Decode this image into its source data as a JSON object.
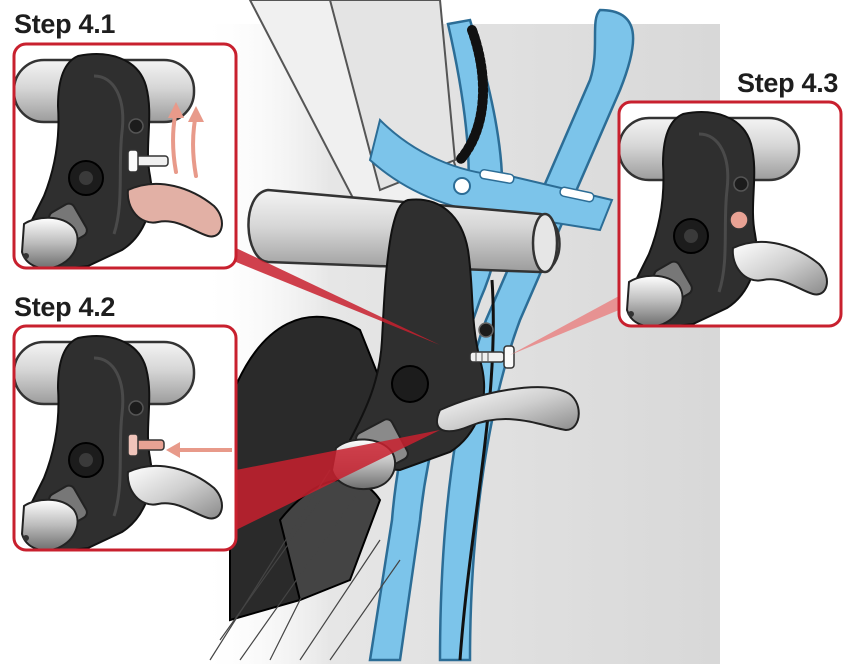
{
  "steps": [
    {
      "id": "4.1",
      "label": "Step 4.1"
    },
    {
      "id": "4.2",
      "label": "Step 4.2"
    },
    {
      "id": "4.3",
      "label": "Step 4.3"
    }
  ],
  "colors": {
    "frame_blue": "#7cc4ea",
    "frame_blue_dark": "#3f8ec0",
    "lever_black": "#2b2b2b",
    "handlebar_grey": "#d9d9d9",
    "callout_red": "#c8202e",
    "highlight_pink": "#e8a294",
    "background_grey": "#ececec"
  },
  "icons": [
    "arrow-up-icon",
    "arrow-left-icon",
    "screw-icon",
    "adjuster-icon"
  ]
}
